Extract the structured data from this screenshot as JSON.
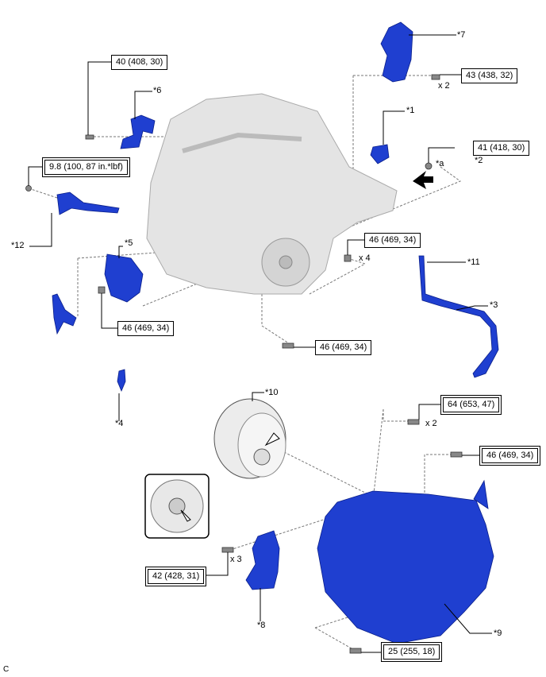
{
  "figure_code": "C",
  "callouts": {
    "p1": "*1",
    "p2": "*2",
    "p3": "*3",
    "p4": "*4",
    "p5": "*5",
    "p6": "*6",
    "p7": "*7",
    "p8": "*8",
    "p9": "*9",
    "p10": "*10",
    "p11": "*11",
    "p12": "*12",
    "a": "*a"
  },
  "torques": {
    "t40": "40 (408, 30)",
    "t98": "9.8 (100, 87 in.*lbf)",
    "t43": "43 (438, 32)",
    "t41": "41 (418, 30)",
    "t46_a": "46 (469, 34)",
    "t46_b": "46 (469, 34)",
    "t46_c": "46 (469, 34)",
    "t64": "64 (653, 47)",
    "t46_d": "46 (469, 34)",
    "t42": "42 (428, 31)",
    "t25": "25 (255, 18)"
  },
  "quantities": {
    "q43": "x 2",
    "q46": "x 4",
    "q64": "x 2",
    "q42": "x 3"
  },
  "colors": {
    "part_blue": "#1f3fd0",
    "engine_gray": "#e4e4e4"
  }
}
